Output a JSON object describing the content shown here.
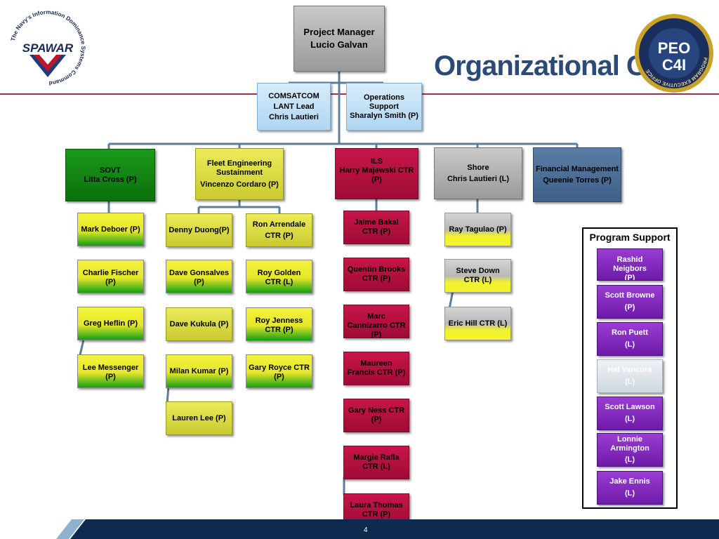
{
  "slide": {
    "title": "Organizational Chart",
    "page_number": "4",
    "program_support_title": "Program Support"
  },
  "logos": {
    "left_ring_text": "The Navy's Information Dominance Systems Command",
    "left_brand": "SPAWAR",
    "right_ring_text": "PROGRAM EXECUTIVE OFFICE",
    "right_top": "PEO",
    "right_bottom": "C4I"
  },
  "nodes": {
    "pm": [
      "Project Manager",
      "Lucio Galvan"
    ],
    "comsatcom": [
      "COMSATCOM",
      "LANT Lead",
      "Chris Lautieri"
    ],
    "ops": [
      "Operations Support",
      "Sharalyn Smith (P)"
    ],
    "sovt": [
      "SOVT",
      "Litta Cross (P)"
    ],
    "fes": [
      "Fleet Engineering Sustainment",
      "Vincenzo Cordaro (P)"
    ],
    "ils": [
      "ILS",
      "Harry Majewski CTR (P)"
    ],
    "shore": [
      "Shore",
      "Chris Lautieri (L)"
    ],
    "fin": [
      "Financial Management",
      "Queenie Torres (P)"
    ],
    "sovt_staff": [
      [
        "Mark Deboer (P)"
      ],
      [
        "Charlie Fischer (P)"
      ],
      [
        "Greg Heflin (P)"
      ],
      [
        "Lee Messenger (P)"
      ]
    ],
    "fes_left_staff": [
      [
        "Denny Duong(P)"
      ],
      [
        "Dave Gonsalves (P)"
      ],
      [
        "Dave Kukula (P)"
      ],
      [
        "Milan Kumar (P)"
      ],
      [
        "Lauren Lee (P)"
      ]
    ],
    "fes_right_staff": [
      [
        "Ron Arrendale",
        "CTR (P)"
      ],
      [
        "Roy Golden CTR (L)"
      ],
      [
        "Roy Jenness CTR (P)"
      ],
      [
        "Gary Royce CTR (P)"
      ]
    ],
    "ils_staff": [
      [
        "Jaime Bakal CTR (P)"
      ],
      [
        "Quentin Brooks CTR (P)"
      ],
      [
        "Marc Cannizarro CTR (P)"
      ],
      [
        "Maureen Francis CTR (P)"
      ],
      [
        "Gary Ness CTR (P)"
      ],
      [
        "Margie Rafla CTR (L)"
      ],
      [
        "Laura Thomas CTR (P)"
      ]
    ],
    "shore_staff": [
      [
        "Ray Tagulao (P)"
      ],
      [
        "Steve Down CTR (L)"
      ],
      [
        "Eric Hill CTR (L)"
      ]
    ],
    "program_support": [
      [
        "Rashid Neigbors",
        "(P)"
      ],
      [
        "Scott Browne",
        "(P)"
      ],
      [
        "Ron Puett",
        "(L)"
      ],
      [
        "Hal Vancura",
        "(L)"
      ],
      [
        "Scott Lawson",
        "(L)"
      ],
      [
        "Lonnie Armington",
        "(L)"
      ],
      [
        "Jake Ennis",
        "(L)"
      ]
    ]
  },
  "colors": {
    "title": "#2c4a78",
    "connector": "#5d7d99",
    "rule": "#9b3350",
    "footer": "#0e2a4f"
  }
}
